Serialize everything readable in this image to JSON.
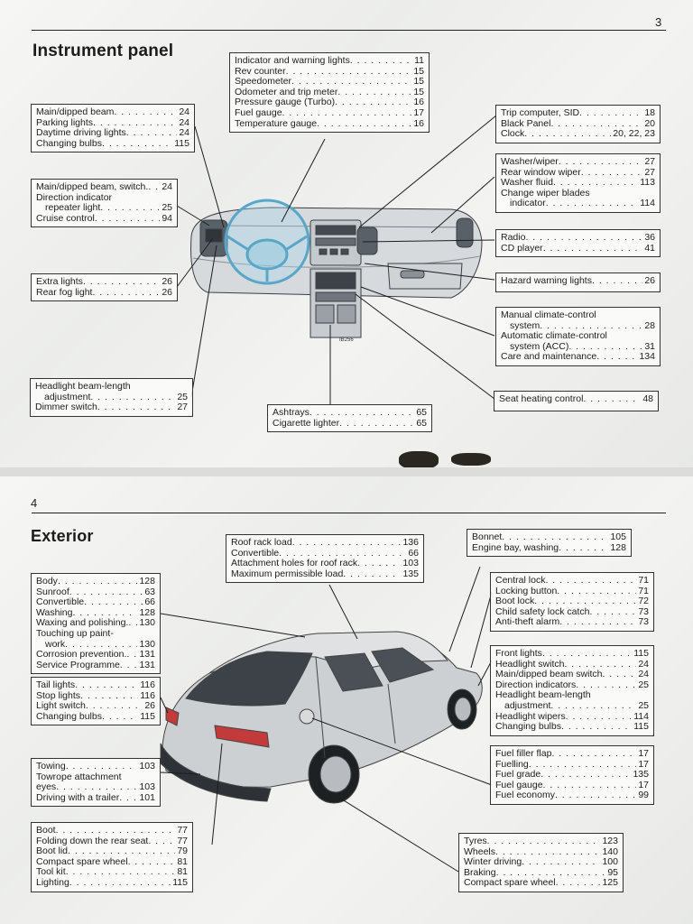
{
  "top": {
    "page_number": "3",
    "heading": "Instrument panel",
    "boxes": [
      {
        "name": "box-indicator-lights",
        "rows": [
          {
            "label": "Indicator and warning lights",
            "page": "11"
          },
          {
            "label": "Rev counter",
            "page": "15"
          },
          {
            "label": "Speedometer",
            "page": "15"
          },
          {
            "label": "Odometer and trip meter",
            "page": "15"
          },
          {
            "label": "Pressure gauge (Turbo)",
            "page": "16"
          },
          {
            "label": "Fuel gauge",
            "page": "17"
          },
          {
            "label": "Temperature gauge",
            "page": "16"
          }
        ]
      },
      {
        "name": "box-main-beam",
        "rows": [
          {
            "label": "Main/dipped beam",
            "page": "24"
          },
          {
            "label": "Parking lights",
            "page": "24"
          },
          {
            "label": "Daytime driving lights",
            "page": "24"
          },
          {
            "label": "Changing bulbs",
            "page": "115"
          }
        ]
      },
      {
        "name": "box-trip-computer",
        "rows": [
          {
            "label": "Trip computer, SID",
            "page": "18"
          },
          {
            "label": "Black Panel",
            "page": "20"
          },
          {
            "label": "Clock",
            "page": "20, 22, 23"
          }
        ]
      },
      {
        "name": "box-beam-switch",
        "rows": [
          {
            "label": "Main/dipped beam, switch.",
            "page": "24"
          },
          {
            "label": "Direction indicator",
            "page": ""
          },
          {
            "label": "repeater light",
            "page": "25"
          },
          {
            "label": "Cruise control",
            "page": "94"
          }
        ]
      },
      {
        "name": "box-washer",
        "rows": [
          {
            "label": "Washer/wiper",
            "page": "27"
          },
          {
            "label": "Rear window wiper",
            "page": "27"
          },
          {
            "label": "Washer fluid",
            "page": "113"
          },
          {
            "label": "Change wiper blades",
            "page": ""
          },
          {
            "label": "indicator",
            "page": "114"
          }
        ]
      },
      {
        "name": "box-radio",
        "rows": [
          {
            "label": "Radio",
            "page": "36"
          },
          {
            "label": "CD player",
            "page": "41"
          }
        ]
      },
      {
        "name": "box-extra-lights",
        "rows": [
          {
            "label": "Extra lights",
            "page": "26"
          },
          {
            "label": "Rear fog light",
            "page": "26"
          }
        ]
      },
      {
        "name": "box-hazard",
        "rows": [
          {
            "label": "Hazard warning lights",
            "page": "26"
          }
        ]
      },
      {
        "name": "box-climate",
        "rows": [
          {
            "label": "Manual climate-control",
            "page": ""
          },
          {
            "label": "system",
            "page": "28"
          },
          {
            "label": "Automatic climate-control",
            "page": ""
          },
          {
            "label": "system (ACC)",
            "page": "31"
          },
          {
            "label": "Care and maintenance",
            "page": "134"
          }
        ]
      },
      {
        "name": "box-headlight-adjust",
        "rows": [
          {
            "label": "Headlight beam-length",
            "page": ""
          },
          {
            "label": "adjustment",
            "page": "25"
          },
          {
            "label": "Dimmer switch",
            "page": "27"
          }
        ]
      },
      {
        "name": "box-seat-heating",
        "rows": [
          {
            "label": "Seat heating control",
            "page": "48"
          }
        ]
      },
      {
        "name": "box-ashtrays",
        "rows": [
          {
            "label": "Ashtrays",
            "page": "65"
          },
          {
            "label": "Cigarette lighter",
            "page": "65"
          }
        ]
      }
    ],
    "figure_code": "IB256"
  },
  "bottom": {
    "page_number": "4",
    "heading": "Exterior",
    "boxes": [
      {
        "name": "box-roof-rack",
        "rows": [
          {
            "label": "Roof rack load",
            "page": "136"
          },
          {
            "label": "Convertible",
            "page": "66"
          },
          {
            "label": "Attachment holes for roof rack",
            "page": "103"
          },
          {
            "label": "Maximum permissible load",
            "page": "135"
          }
        ]
      },
      {
        "name": "box-bonnet",
        "rows": [
          {
            "label": "Bonnet",
            "page": "105"
          },
          {
            "label": "Engine bay, washing",
            "page": "128"
          }
        ]
      },
      {
        "name": "box-body",
        "rows": [
          {
            "label": "Body",
            "page": "128"
          },
          {
            "label": "Sunroof",
            "page": "63"
          },
          {
            "label": "Convertible",
            "page": "66"
          },
          {
            "label": "Washing",
            "page": "128"
          },
          {
            "label": "Waxing and polishing.",
            "page": "130"
          },
          {
            "label": "Touching up paint-",
            "page": ""
          },
          {
            "label": "work",
            "page": "130"
          },
          {
            "label": "Corrosion prevention.",
            "page": "131"
          },
          {
            "label": "Service Programme",
            "page": "131"
          }
        ]
      },
      {
        "name": "box-central-lock",
        "rows": [
          {
            "label": "Central lock",
            "page": "71"
          },
          {
            "label": "Locking button",
            "page": "71"
          },
          {
            "label": "Boot lock",
            "page": "72"
          },
          {
            "label": "Child safety lock catch",
            "page": "73"
          },
          {
            "label": "Anti-theft alarm",
            "page": "73"
          }
        ]
      },
      {
        "name": "box-tail-lights",
        "rows": [
          {
            "label": "Tail lights",
            "page": "116"
          },
          {
            "label": "Stop lights",
            "page": "116"
          },
          {
            "label": "Light switch",
            "page": "26"
          },
          {
            "label": "Changing bulbs",
            "page": "115"
          }
        ]
      },
      {
        "name": "box-front-lights",
        "rows": [
          {
            "label": "Front lights",
            "page": "115"
          },
          {
            "label": "Headlight switch",
            "page": "24"
          },
          {
            "label": "Main/dipped beam switch",
            "page": "24"
          },
          {
            "label": "Direction indicators",
            "page": "25"
          },
          {
            "label": "Headlight beam-length",
            "page": ""
          },
          {
            "label": "adjustment",
            "page": "25"
          },
          {
            "label": "Headlight wipers",
            "page": "114"
          },
          {
            "label": "Changing bulbs",
            "page": "115"
          }
        ]
      },
      {
        "name": "box-towing",
        "rows": [
          {
            "label": "Towing",
            "page": "103"
          },
          {
            "label": "Towrope attachment",
            "page": ""
          },
          {
            "label": "eyes",
            "page": "103"
          },
          {
            "label": "Driving with a trailer",
            "page": "101"
          }
        ]
      },
      {
        "name": "box-fuel",
        "rows": [
          {
            "label": "Fuel filler flap",
            "page": "17"
          },
          {
            "label": "Fuelling",
            "page": "17"
          },
          {
            "label": "Fuel grade",
            "page": "135"
          },
          {
            "label": "Fuel gauge",
            "page": "17"
          },
          {
            "label": "Fuel economy",
            "page": "99"
          }
        ]
      },
      {
        "name": "box-boot",
        "rows": [
          {
            "label": "Boot",
            "page": "77"
          },
          {
            "label": "Folding down the rear seat",
            "page": "77"
          },
          {
            "label": "Boot lid",
            "page": "79"
          },
          {
            "label": "Compact spare wheel",
            "page": "81"
          },
          {
            "label": "Tool kit",
            "page": "81"
          },
          {
            "label": "Lighting",
            "page": "115"
          }
        ]
      },
      {
        "name": "box-tyres",
        "rows": [
          {
            "label": "Tyres",
            "page": "123"
          },
          {
            "label": "Wheels",
            "page": "140"
          },
          {
            "label": "Winter driving",
            "page": "100"
          },
          {
            "label": "Braking",
            "page": "95"
          },
          {
            "label": "Compact spare wheel",
            "page": "125"
          }
        ]
      }
    ]
  }
}
